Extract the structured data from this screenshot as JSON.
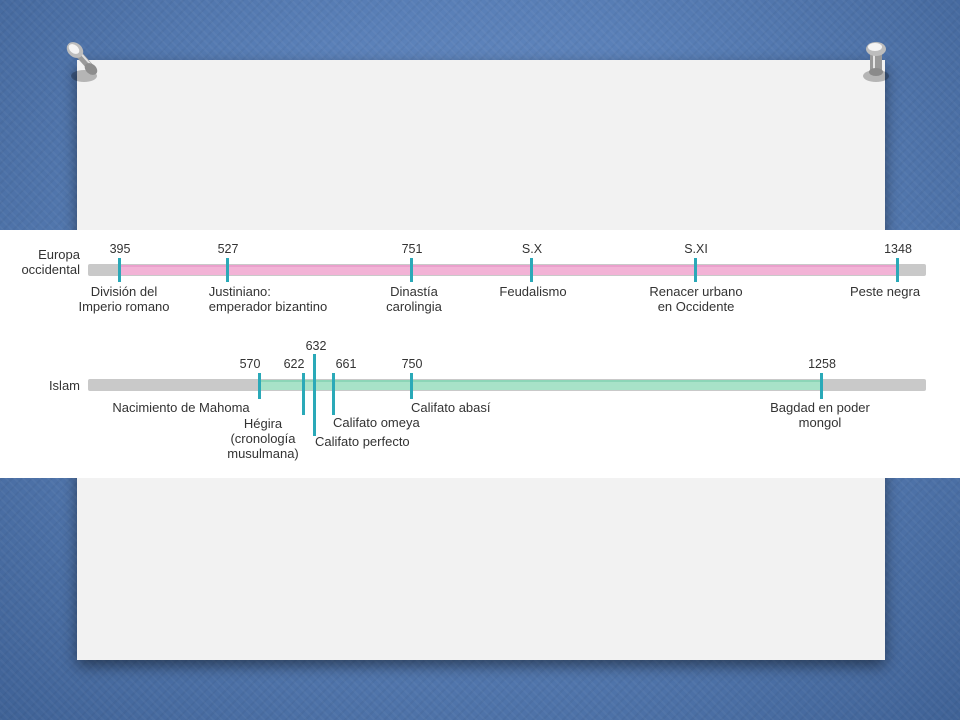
{
  "colors": {
    "europe_bar": "#f2b3d6",
    "islam_bar": "#a8e2c8",
    "base_bar": "#c9c9c9",
    "tick": "#2aa9b8",
    "text": "#333333"
  },
  "timeline": {
    "europe": {
      "label_line1": "Europa",
      "label_line2": "occidental",
      "events": [
        {
          "year": "395",
          "line1": "División del",
          "line2": "Imperio romano"
        },
        {
          "year": "527",
          "line1": "Justiniano:",
          "line2": "emperador bizantino"
        },
        {
          "year": "751",
          "line1": "Dinastía",
          "line2": "carolingia"
        },
        {
          "year": "S.X",
          "line1": "Feudalismo",
          "line2": ""
        },
        {
          "year": "S.XI",
          "line1": "Renacer urbano",
          "line2": "en Occidente"
        },
        {
          "year": "1348",
          "line1": "Peste negra",
          "line2": ""
        }
      ]
    },
    "islam": {
      "label": "Islam",
      "events": [
        {
          "year": "570",
          "line1": "Nacimiento de Mahoma"
        },
        {
          "year": "622",
          "line1": "Hégira",
          "line2": "(cronología",
          "line3": "musulmana)"
        },
        {
          "year": "632",
          "line1": "Califato perfecto"
        },
        {
          "year": "661",
          "line1": "Califato omeya"
        },
        {
          "year": "750",
          "line1": "Califato abasí"
        },
        {
          "year": "1258",
          "line1": "Bagdad en poder",
          "line2": "mongol"
        }
      ]
    }
  }
}
